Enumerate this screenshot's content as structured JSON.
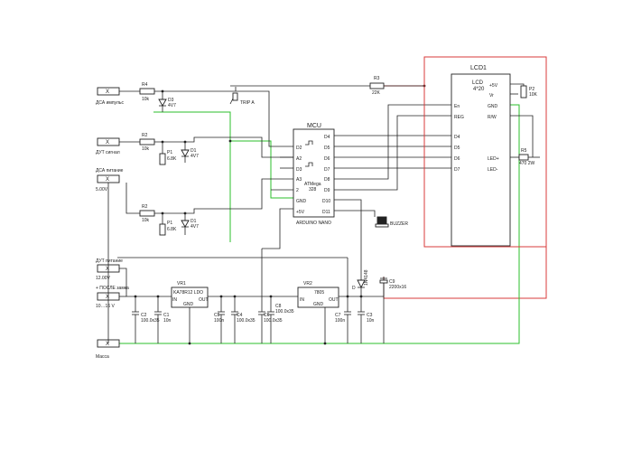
{
  "connectors": {
    "dsa_impulse": {
      "mark": "X",
      "label": "ДСА импульс"
    },
    "dut_signal": {
      "mark": "X",
      "label": "ДУТ сигнал"
    },
    "dsa_power": {
      "label": "ДСА питание",
      "sub": "5.00V",
      "mark": "X"
    },
    "dut_power": {
      "label": "ДУТ питание",
      "mark": "X",
      "sub": "12.00V"
    },
    "after_lock": {
      "label": "+ ПОСЛЕ замка",
      "mark": "X",
      "sub": "10…16 V"
    },
    "ground": {
      "mark": "X",
      "label": "Масса"
    }
  },
  "mcu": {
    "title": "MCU",
    "pins_left": [
      "D2",
      "A2",
      "D3",
      "A3",
      "2",
      "GND",
      "+5V"
    ],
    "pins_right": [
      "D4",
      "D5",
      "D6",
      "D7",
      "D8",
      "D9",
      "D10",
      "D11"
    ],
    "model": "ATMega",
    "model2": "328",
    "bottom": "ARDUINO NANO"
  },
  "lcd": {
    "title": "LCD1",
    "model": "LCD",
    "model2": "4*20",
    "pins_left": [
      "En",
      "REG",
      "D4",
      "D5",
      "D6",
      "D7"
    ],
    "pins_right": [
      "+5V",
      "Vr",
      "GND",
      "R/W",
      "LED+",
      "LED-"
    ]
  },
  "components": {
    "r4": {
      "name": "R4",
      "value": "10k"
    },
    "d3": {
      "name": "D3",
      "value": "4V7"
    },
    "trip": {
      "name": "TRIP A"
    },
    "r3": {
      "name": "R3",
      "value": "22K"
    },
    "r2a": {
      "name": "R2",
      "value": "10k"
    },
    "p1a": {
      "name": "P1",
      "value": "6.8K"
    },
    "d1a": {
      "name": "D1",
      "value": "4V7"
    },
    "r2b": {
      "name": "R2",
      "value": "10k"
    },
    "p1b": {
      "name": "P1",
      "value": "6.8K"
    },
    "d1b": {
      "name": "D1",
      "value": "4V7"
    },
    "p2": {
      "name": "P2",
      "value": "10K"
    },
    "r5": {
      "name": "R5",
      "value": "470 2W"
    },
    "buzzer": {
      "name": "BUZZER"
    },
    "vr1": {
      "name": "VR1",
      "model": "KA78R12 LDO",
      "pin_in": "IN",
      "pin_gnd": "GND",
      "pin_out": "OUT"
    },
    "vr2": {
      "name": "VR2",
      "model": "7805",
      "pin_in": "IN",
      "pin_gnd": "GND",
      "pin_out": "OUT"
    },
    "c2": {
      "name": "C2",
      "value": "100.0x35"
    },
    "c1": {
      "name": "C1",
      "value": "10n"
    },
    "c5": {
      "name": "C5",
      "value": "100n"
    },
    "c4": {
      "name": "C4",
      "value": "100.0x35"
    },
    "c6": {
      "name": "C6",
      "value": "100.0x35"
    },
    "c8": {
      "name": "C8",
      "value": "100.0x35"
    },
    "c7": {
      "name": "C7",
      "value": "100n"
    },
    "c3": {
      "name": "C3",
      "value": "10n"
    },
    "c9": {
      "name": "C9",
      "value": "2200x16"
    },
    "d": {
      "name": "D",
      "value": "1N4148"
    }
  },
  "colors": {
    "wire": "#222222",
    "ground_net": "#2bbf2b",
    "power_net": "#d93b3b"
  }
}
